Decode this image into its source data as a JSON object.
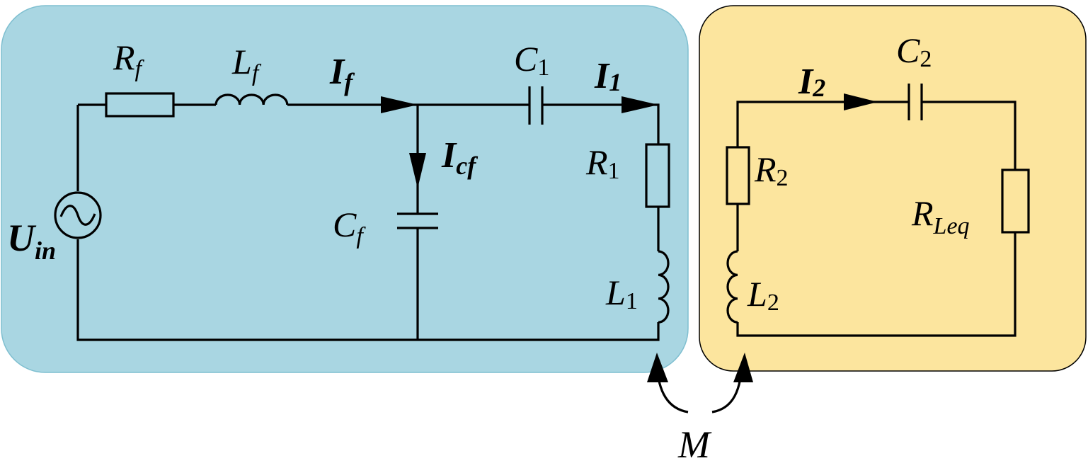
{
  "primary": {
    "bg_color": "#a9d6e2",
    "components": {
      "Rf": {
        "sym": "R",
        "sub": "f"
      },
      "Lf": {
        "sym": "L",
        "sub": "f"
      },
      "Cf": {
        "sym": "C",
        "sub": "f"
      },
      "C1": {
        "sym": "C",
        "sub": "1"
      },
      "R1": {
        "sym": "R",
        "sub": "1"
      },
      "L1": {
        "sym": "L",
        "sub": "1"
      }
    },
    "currents": {
      "If": {
        "sym": "I",
        "sub": "f"
      },
      "Icf": {
        "sym": "I",
        "sub": "cf"
      },
      "I1": {
        "sym": "I",
        "sub": "1"
      }
    },
    "source": {
      "sym": "U",
      "sub": "in"
    }
  },
  "secondary": {
    "bg_color": "#fce59e",
    "components": {
      "C2": {
        "sym": "C",
        "sub": "2"
      },
      "R2": {
        "sym": "R",
        "sub": "2"
      },
      "L2": {
        "sym": "L",
        "sub": "2"
      },
      "RLeq": {
        "sym": "R",
        "sub": "Leq"
      }
    },
    "currents": {
      "I2": {
        "sym": "I",
        "sub": "2"
      }
    }
  },
  "coupling": {
    "label": "M"
  }
}
